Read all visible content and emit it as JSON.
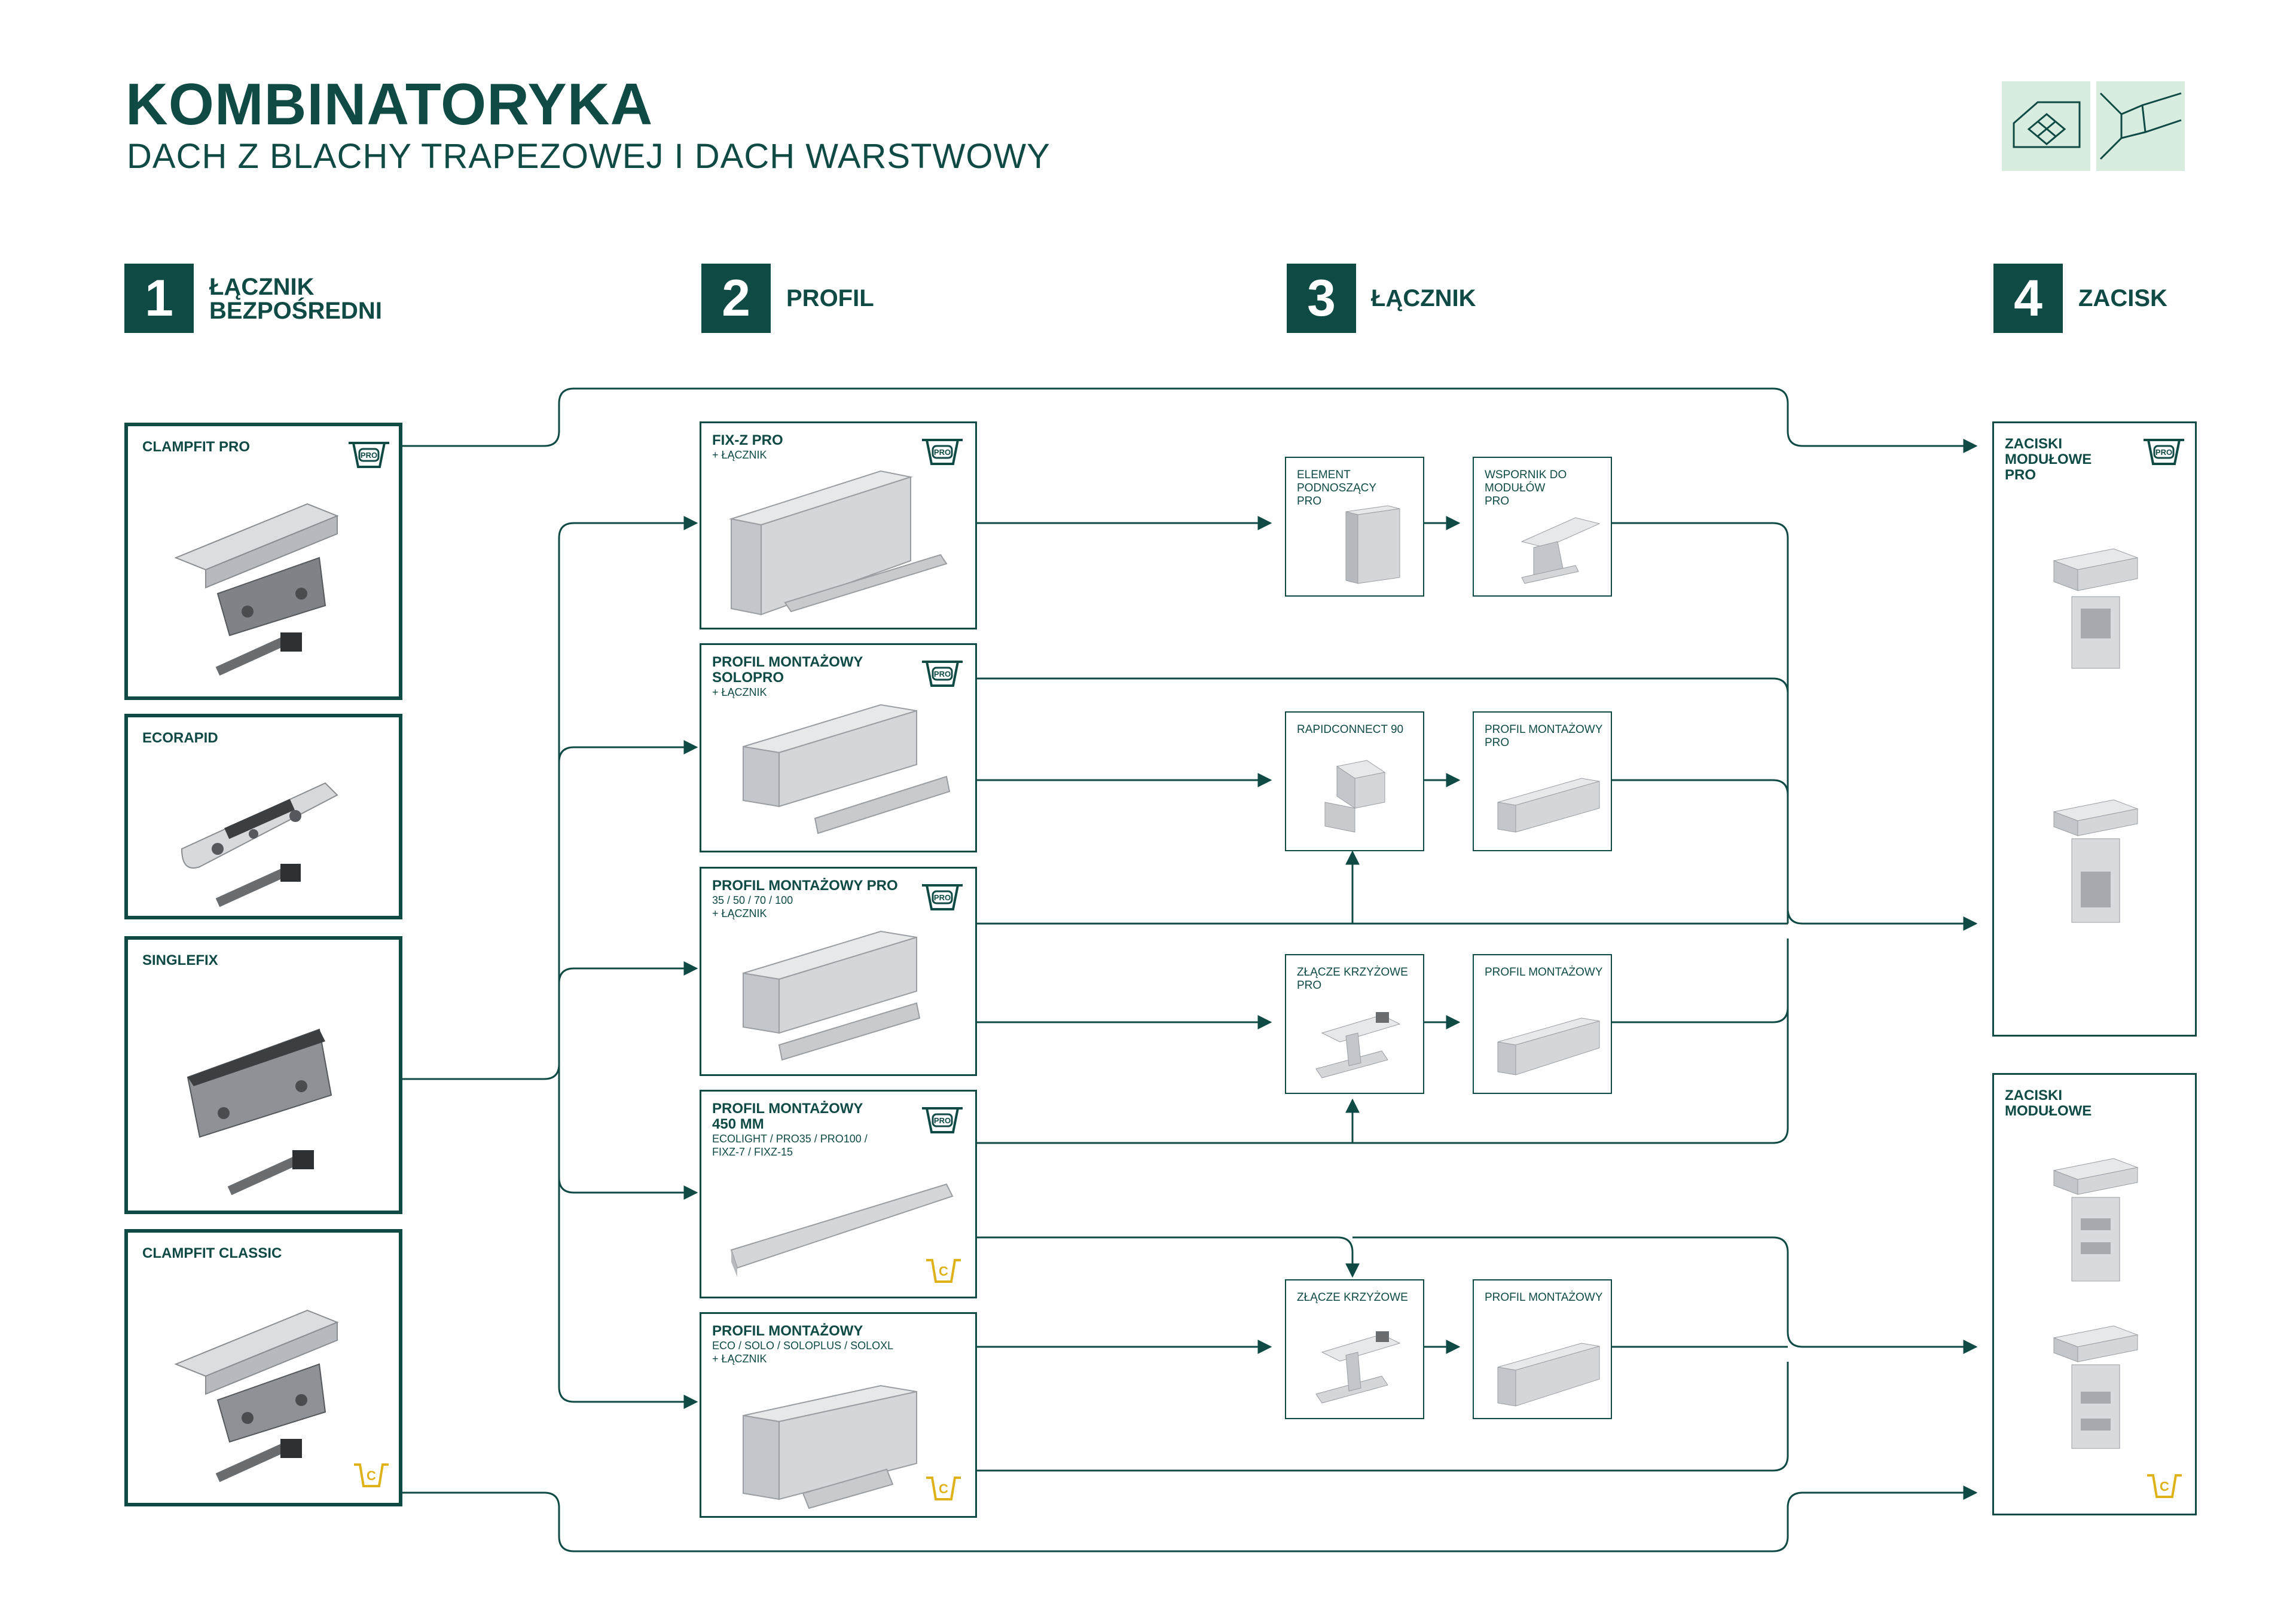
{
  "header": {
    "title": "KOMBINATORYKA",
    "subtitle": "DACH Z BLACHY TRAPEZOWEJ I DACH WARSTWOWY"
  },
  "steps": [
    {
      "number": "1",
      "label_line1": "ŁĄCZNIK",
      "label_line2": "BEZPOŚREDNI"
    },
    {
      "number": "2",
      "label_line1": "PROFIL",
      "label_line2": ""
    },
    {
      "number": "3",
      "label_line1": "ŁĄCZNIK",
      "label_line2": ""
    },
    {
      "number": "4",
      "label_line1": "ZACISK",
      "label_line2": ""
    }
  ],
  "badges": {
    "pro": "PRO",
    "classic": "C"
  },
  "colors": {
    "brand": "#0f4a45",
    "accent": "#e0b21a",
    "icon_bg": "#d9ece0"
  },
  "col1": [
    {
      "name": "CLAMPFIT PRO",
      "badge": "pro"
    },
    {
      "name": "ECORAPID",
      "badge": ""
    },
    {
      "name": "SINGLEFIX",
      "badge": ""
    },
    {
      "name": "CLAMPFIT CLASSIC",
      "badge": "classic"
    }
  ],
  "col2": [
    {
      "name_line1": "FIX-Z PRO",
      "name_line2": "",
      "sub": [
        "+ ŁĄCZNIK"
      ],
      "badge": "pro"
    },
    {
      "name_line1": "PROFIL MONTAŻOWY",
      "name_line2": "SOLOPRO",
      "sub": [
        "+ ŁĄCZNIK"
      ],
      "badge": "pro"
    },
    {
      "name_line1": "PROFIL MONTAŻOWY PRO",
      "name_line2": "",
      "sub": [
        "35 / 50 / 70 / 100",
        "+ ŁĄCZNIK"
      ],
      "badge": "pro"
    },
    {
      "name_line1": "PROFIL MONTAŻOWY",
      "name_line2": "450 MM",
      "sub": [
        "ECOLIGHT / PRO35 / PRO100 /",
        "FIXZ-7 / FIXZ-15"
      ],
      "badge": "both"
    },
    {
      "name_line1": "PROFIL MONTAŻOWY",
      "name_line2": "",
      "sub": [
        "ECO / SOLO / SOLOPLUS / SOLOXL",
        "+ ŁĄCZNIK"
      ],
      "badge": "classic"
    }
  ],
  "col3a": [
    {
      "lines": [
        "ELEMENT",
        "PODNOSZĄCY",
        "PRO"
      ]
    },
    {
      "lines": [
        "RAPIDCONNECT 90"
      ]
    },
    {
      "lines": [
        "ZŁĄCZE KRZYŻOWE",
        "PRO"
      ]
    },
    {
      "lines": [
        "ZŁĄCZE KRZYŻOWE"
      ]
    }
  ],
  "col3b": [
    {
      "lines": [
        "WSPORNIK DO",
        "MODUŁÓW",
        "PRO"
      ]
    },
    {
      "lines": [
        "PROFIL MONTAŻOWY",
        "PRO"
      ]
    },
    {
      "lines": [
        "PROFIL MONTAŻOWY"
      ]
    },
    {
      "lines": [
        "PROFIL MONTAŻOWY"
      ]
    }
  ],
  "col4": [
    {
      "lines": [
        "ZACISKI",
        "MODUŁOWE",
        "PRO"
      ],
      "badge": "pro"
    },
    {
      "lines": [
        "ZACISKI",
        "MODUŁOWE"
      ],
      "badge": "classic"
    }
  ]
}
